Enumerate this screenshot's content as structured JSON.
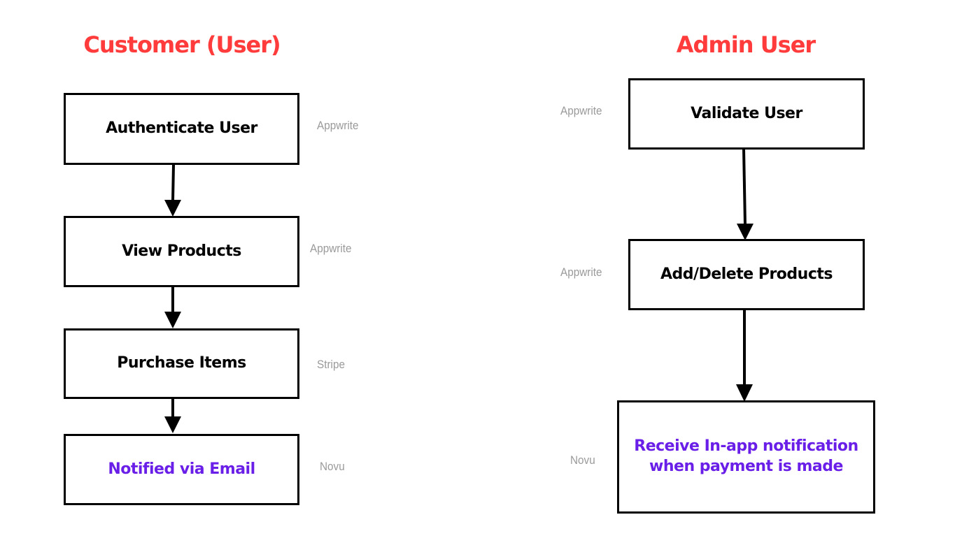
{
  "colors": {
    "title": "#ff3b3b",
    "box_border": "#000000",
    "label_default": "#000000",
    "label_highlight": "#6a1fe8",
    "tech_label": "#9a9a9a",
    "arrow": "#000000"
  },
  "customer": {
    "title": "Customer (User)",
    "steps": [
      {
        "label": "Authenticate User",
        "tech": "Appwrite"
      },
      {
        "label": "View Products",
        "tech": "Appwrite"
      },
      {
        "label": "Purchase Items",
        "tech": "Stripe"
      },
      {
        "label": "Notified via Email",
        "tech": "Novu"
      }
    ]
  },
  "admin": {
    "title": "Admin User",
    "steps": [
      {
        "label": "Validate User",
        "tech": "Appwrite"
      },
      {
        "label": "Add/Delete Products",
        "tech": "Appwrite"
      },
      {
        "label": "Receive In-app notification\nwhen payment is made",
        "tech": "Novu"
      }
    ]
  }
}
